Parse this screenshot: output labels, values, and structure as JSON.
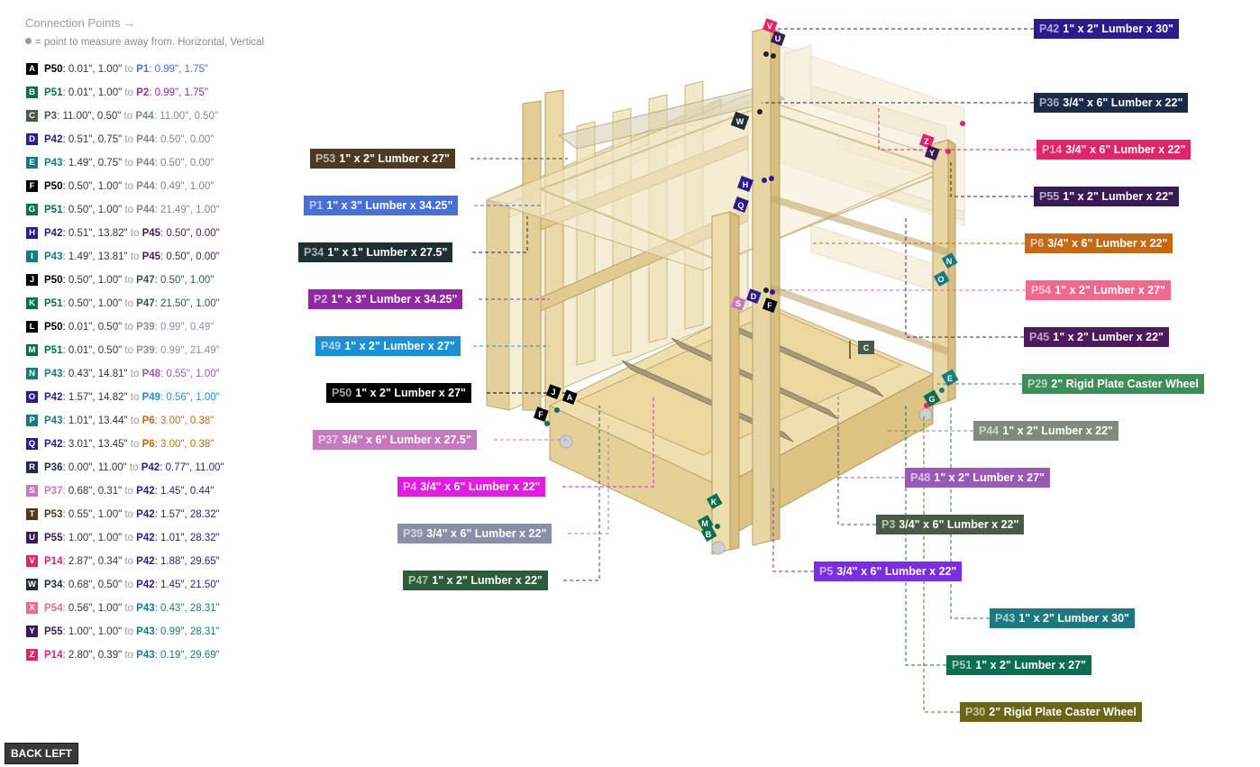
{
  "header": {
    "title": "Connection Points →",
    "subtitle": "= point to measure away from. Horizontal, Vertical"
  },
  "back_button": "BACK LEFT",
  "connections": [
    {
      "letter": "A",
      "color": "#000000",
      "from_id": "P50",
      "from_color": "#000000",
      "from_vals": "0.01\", 1.00\"",
      "to_id": "P1",
      "to_color": "#4a6fd4",
      "to_vals": "0.99\", 1.75\""
    },
    {
      "letter": "B",
      "color": "#0b6e4f",
      "from_id": "P51",
      "from_color": "#0b6e4f",
      "from_vals": "0.01\", 1.00\"",
      "to_id": "P2",
      "to_color": "#8e2a9e",
      "to_vals": "0.99\", 1.75\""
    },
    {
      "letter": "C",
      "color": "#4a5a48",
      "from_id": "P3",
      "from_color": "#4a5a48",
      "from_vals": "11.00\", 0.50\"",
      "to_id": "P44",
      "to_color": "#7d8c7d",
      "to_vals": "11.00\", 0.50\""
    },
    {
      "letter": "D",
      "color": "#2d1b8e",
      "from_id": "P42",
      "from_color": "#2d1b8e",
      "from_vals": "0.51\", 0.75\"",
      "to_id": "P44",
      "to_color": "#7d8c7d",
      "to_vals": "0.50\", 0.00\""
    },
    {
      "letter": "E",
      "color": "#1a7a7f",
      "from_id": "P43",
      "from_color": "#1a7a7f",
      "from_vals": "1.49\", 0.75\"",
      "to_id": "P44",
      "to_color": "#7d8c7d",
      "to_vals": "0.50\", 0.00\""
    },
    {
      "letter": "F",
      "color": "#000000",
      "from_id": "P50",
      "from_color": "#000000",
      "from_vals": "0.50\", 1.00\"",
      "to_id": "P44",
      "to_color": "#7d8c7d",
      "to_vals": "0.49\", 1.00\""
    },
    {
      "letter": "G",
      "color": "#0b6e4f",
      "from_id": "P51",
      "from_color": "#0b6e4f",
      "from_vals": "0.50\", 1.00\"",
      "to_id": "P44",
      "to_color": "#7d8c7d",
      "to_vals": "21.49\", 1.00\""
    },
    {
      "letter": "H",
      "color": "#2d1b8e",
      "from_id": "P42",
      "from_color": "#2d1b8e",
      "from_vals": "0.51\", 13.82\"",
      "to_id": "P45",
      "to_color": "#4d1a5e",
      "to_vals": "0.50\", 0.00\""
    },
    {
      "letter": "I",
      "color": "#1a7a7f",
      "from_id": "P43",
      "from_color": "#1a7a7f",
      "from_vals": "1.49\", 13.81\"",
      "to_id": "P45",
      "to_color": "#4d1a5e",
      "to_vals": "0.50\", 0.00\""
    },
    {
      "letter": "J",
      "color": "#000000",
      "from_id": "P50",
      "from_color": "#000000",
      "from_vals": "0.50\", 1.00\"",
      "to_id": "P47",
      "to_color": "#2e5c3a",
      "to_vals": "0.50\", 1.00\""
    },
    {
      "letter": "K",
      "color": "#0b6e4f",
      "from_id": "P51",
      "from_color": "#0b6e4f",
      "from_vals": "0.50\", 1.00\"",
      "to_id": "P47",
      "to_color": "#2e5c3a",
      "to_vals": "21.50\", 1.00\""
    },
    {
      "letter": "L",
      "color": "#000000",
      "from_id": "P50",
      "from_color": "#000000",
      "from_vals": "0.01\", 0.50\"",
      "to_id": "P39",
      "to_color": "#8a8fa8",
      "to_vals": "0.99\", 0.49\""
    },
    {
      "letter": "M",
      "color": "#0b6e4f",
      "from_id": "P51",
      "from_color": "#0b6e4f",
      "from_vals": "0.01\", 0.50\"",
      "to_id": "P39",
      "to_color": "#8a8fa8",
      "to_vals": "0.99\", 21.49\""
    },
    {
      "letter": "N",
      "color": "#1a7a7f",
      "from_id": "P43",
      "from_color": "#1a7a7f",
      "from_vals": "0.43\", 14.81\"",
      "to_id": "P48",
      "to_color": "#9b59b6",
      "to_vals": "0.55\", 1.00\""
    },
    {
      "letter": "O",
      "color": "#2d1b8e",
      "from_id": "P42",
      "from_color": "#2d1b8e",
      "from_vals": "1.57\", 14.82\"",
      "to_id": "P49",
      "to_color": "#1f8fd4",
      "to_vals": "0.56\", 1.00\""
    },
    {
      "letter": "P",
      "color": "#1a7a7f",
      "from_id": "P43",
      "from_color": "#1a7a7f",
      "from_vals": "1.01\", 13.44\"",
      "to_id": "P6",
      "to_color": "#c46a14",
      "to_vals": "3.00\", 0.38\""
    },
    {
      "letter": "Q",
      "color": "#2d1b8e",
      "from_id": "P42",
      "from_color": "#2d1b8e",
      "from_vals": "3.01\", 13.45\"",
      "to_id": "P6",
      "to_color": "#c46a14",
      "to_vals": "3.00\", 0.38\""
    },
    {
      "letter": "R",
      "color": "#1c2a48",
      "from_id": "P36",
      "from_color": "#1c2a48",
      "from_vals": "0.00\", 11.00\"",
      "to_id": "P42",
      "to_color": "#2d1b8e",
      "to_vals": "0.77\", 11.00\""
    },
    {
      "letter": "S",
      "color": "#c47ac0",
      "from_id": "P37",
      "from_color": "#c47ac0",
      "from_vals": "0.68\", 0.31\"",
      "to_id": "P42",
      "to_color": "#2d1b8e",
      "to_vals": "1.45\", 0.44\""
    },
    {
      "letter": "T",
      "color": "#4e3a22",
      "from_id": "P53",
      "from_color": "#4e3a22",
      "from_vals": "0.55\", 1.00\"",
      "to_id": "P42",
      "to_color": "#2d1b8e",
      "to_vals": "1.57\", 28.32\""
    },
    {
      "letter": "U",
      "color": "#3a1a55",
      "from_id": "P55",
      "from_color": "#3a1a55",
      "from_vals": "1.00\", 1.00\"",
      "to_id": "P42",
      "to_color": "#2d1b8e",
      "to_vals": "1.01\", 28.32\""
    },
    {
      "letter": "V",
      "color": "#e0256a",
      "from_id": "P14",
      "from_color": "#e0256a",
      "from_vals": "2.87\", 0.34\"",
      "to_id": "P42",
      "to_color": "#2d1b8e",
      "to_vals": "1.88\", 29.65\""
    },
    {
      "letter": "W",
      "color": "#1e3034",
      "from_id": "P34",
      "from_color": "#1e3034",
      "from_vals": "0.68\", 0.50\"",
      "to_id": "P42",
      "to_color": "#2d1b8e",
      "to_vals": "1.45\", 21.50\""
    },
    {
      "letter": "X",
      "color": "#f06a8e",
      "from_id": "P54",
      "from_color": "#f06a8e",
      "from_vals": "0.56\", 1.00\"",
      "to_id": "P43",
      "to_color": "#1a7a7f",
      "to_vals": "0.43\", 28.31\""
    },
    {
      "letter": "Y",
      "color": "#3a1a55",
      "from_id": "P55",
      "from_color": "#3a1a55",
      "from_vals": "1.00\", 1.00\"",
      "to_id": "P43",
      "to_color": "#1a7a7f",
      "to_vals": "0.99\", 28.31\""
    },
    {
      "letter": "Z",
      "color": "#e0256a",
      "from_id": "P14",
      "from_color": "#e0256a",
      "from_vals": "2.80\", 0.39\"",
      "to_id": "P43",
      "to_color": "#1a7a7f",
      "to_vals": "0.19\", 29.69\""
    }
  ],
  "part_labels": [
    {
      "code": "P42",
      "desc": "1\" x 2\" Lumber x 30\"",
      "color": "#2d1b8e"
    },
    {
      "code": "P36",
      "desc": "3/4\" x 6\" Lumber x 22\"",
      "color": "#1c2a48"
    },
    {
      "code": "P14",
      "desc": "3/4\" x 6\" Lumber x 22\"",
      "color": "#e0256a"
    },
    {
      "code": "P55",
      "desc": "1\" x 2\" Lumber x 22\"",
      "color": "#3a1a55"
    },
    {
      "code": "P6",
      "desc": "3/4\" x 6\" Lumber x 22\"",
      "color": "#c46a14"
    },
    {
      "code": "P54",
      "desc": "1\" x 2\" Lumber x 27\"",
      "color": "#f06a8e"
    },
    {
      "code": "P45",
      "desc": "1\" x 2\" Lumber x 22\"",
      "color": "#4d1a5e"
    },
    {
      "code": "P29",
      "desc": "2\" Rigid Plate Caster Wheel",
      "color": "#3e8e5a"
    },
    {
      "code": "P44",
      "desc": "1\" x 2\" Lumber x 22\"",
      "color": "#7d8c7d"
    },
    {
      "code": "P48",
      "desc": "1\" x 2\" Lumber x 27\"",
      "color": "#9b59b6"
    },
    {
      "code": "P3",
      "desc": "3/4\" x 6\" Lumber x 22\"",
      "color": "#4a5a48"
    },
    {
      "code": "P5",
      "desc": "3/4\" x 6\" Lumber x 22\"",
      "color": "#7a2ee0"
    },
    {
      "code": "P43",
      "desc": "1\" x 2\" Lumber x 30\"",
      "color": "#1a7a7f"
    },
    {
      "code": "P51",
      "desc": "1\" x 2\" Lumber x 27\"",
      "color": "#0b6e4f"
    },
    {
      "code": "P30",
      "desc": "2\" Rigid Plate Caster Wheel",
      "color": "#6b6518"
    },
    {
      "code": "P53",
      "desc": "1\" x 2\" Lumber x 27\"",
      "color": "#4e3a22"
    },
    {
      "code": "P1",
      "desc": "1\" x 3\" Lumber x 34.25\"",
      "color": "#4a6fd4"
    },
    {
      "code": "P34",
      "desc": "1\" x 1\" Lumber  x 27.5\"",
      "color": "#1e3034"
    },
    {
      "code": "P2",
      "desc": "1\" x 3\" Lumber x 34.25\"",
      "color": "#8e2a9e"
    },
    {
      "code": "P49",
      "desc": "1\" x 2\" Lumber x 27\"",
      "color": "#1f8fd4"
    },
    {
      "code": "P50",
      "desc": "1\" x 2\" Lumber x 27\"",
      "color": "#000000"
    },
    {
      "code": "P37",
      "desc": "3/4\" x 6\" Lumber x 27.5\"",
      "color": "#c47ac0"
    },
    {
      "code": "P4",
      "desc": "3/4\" x 6\" Lumber x 22\"",
      "color": "#e01ee0"
    },
    {
      "code": "P39",
      "desc": "3/4\" x 6\" Lumber x 22\"",
      "color": "#8a8fa8"
    },
    {
      "code": "P47",
      "desc": "1\" x 2\" Lumber x 22\"",
      "color": "#2e5c3a"
    }
  ]
}
